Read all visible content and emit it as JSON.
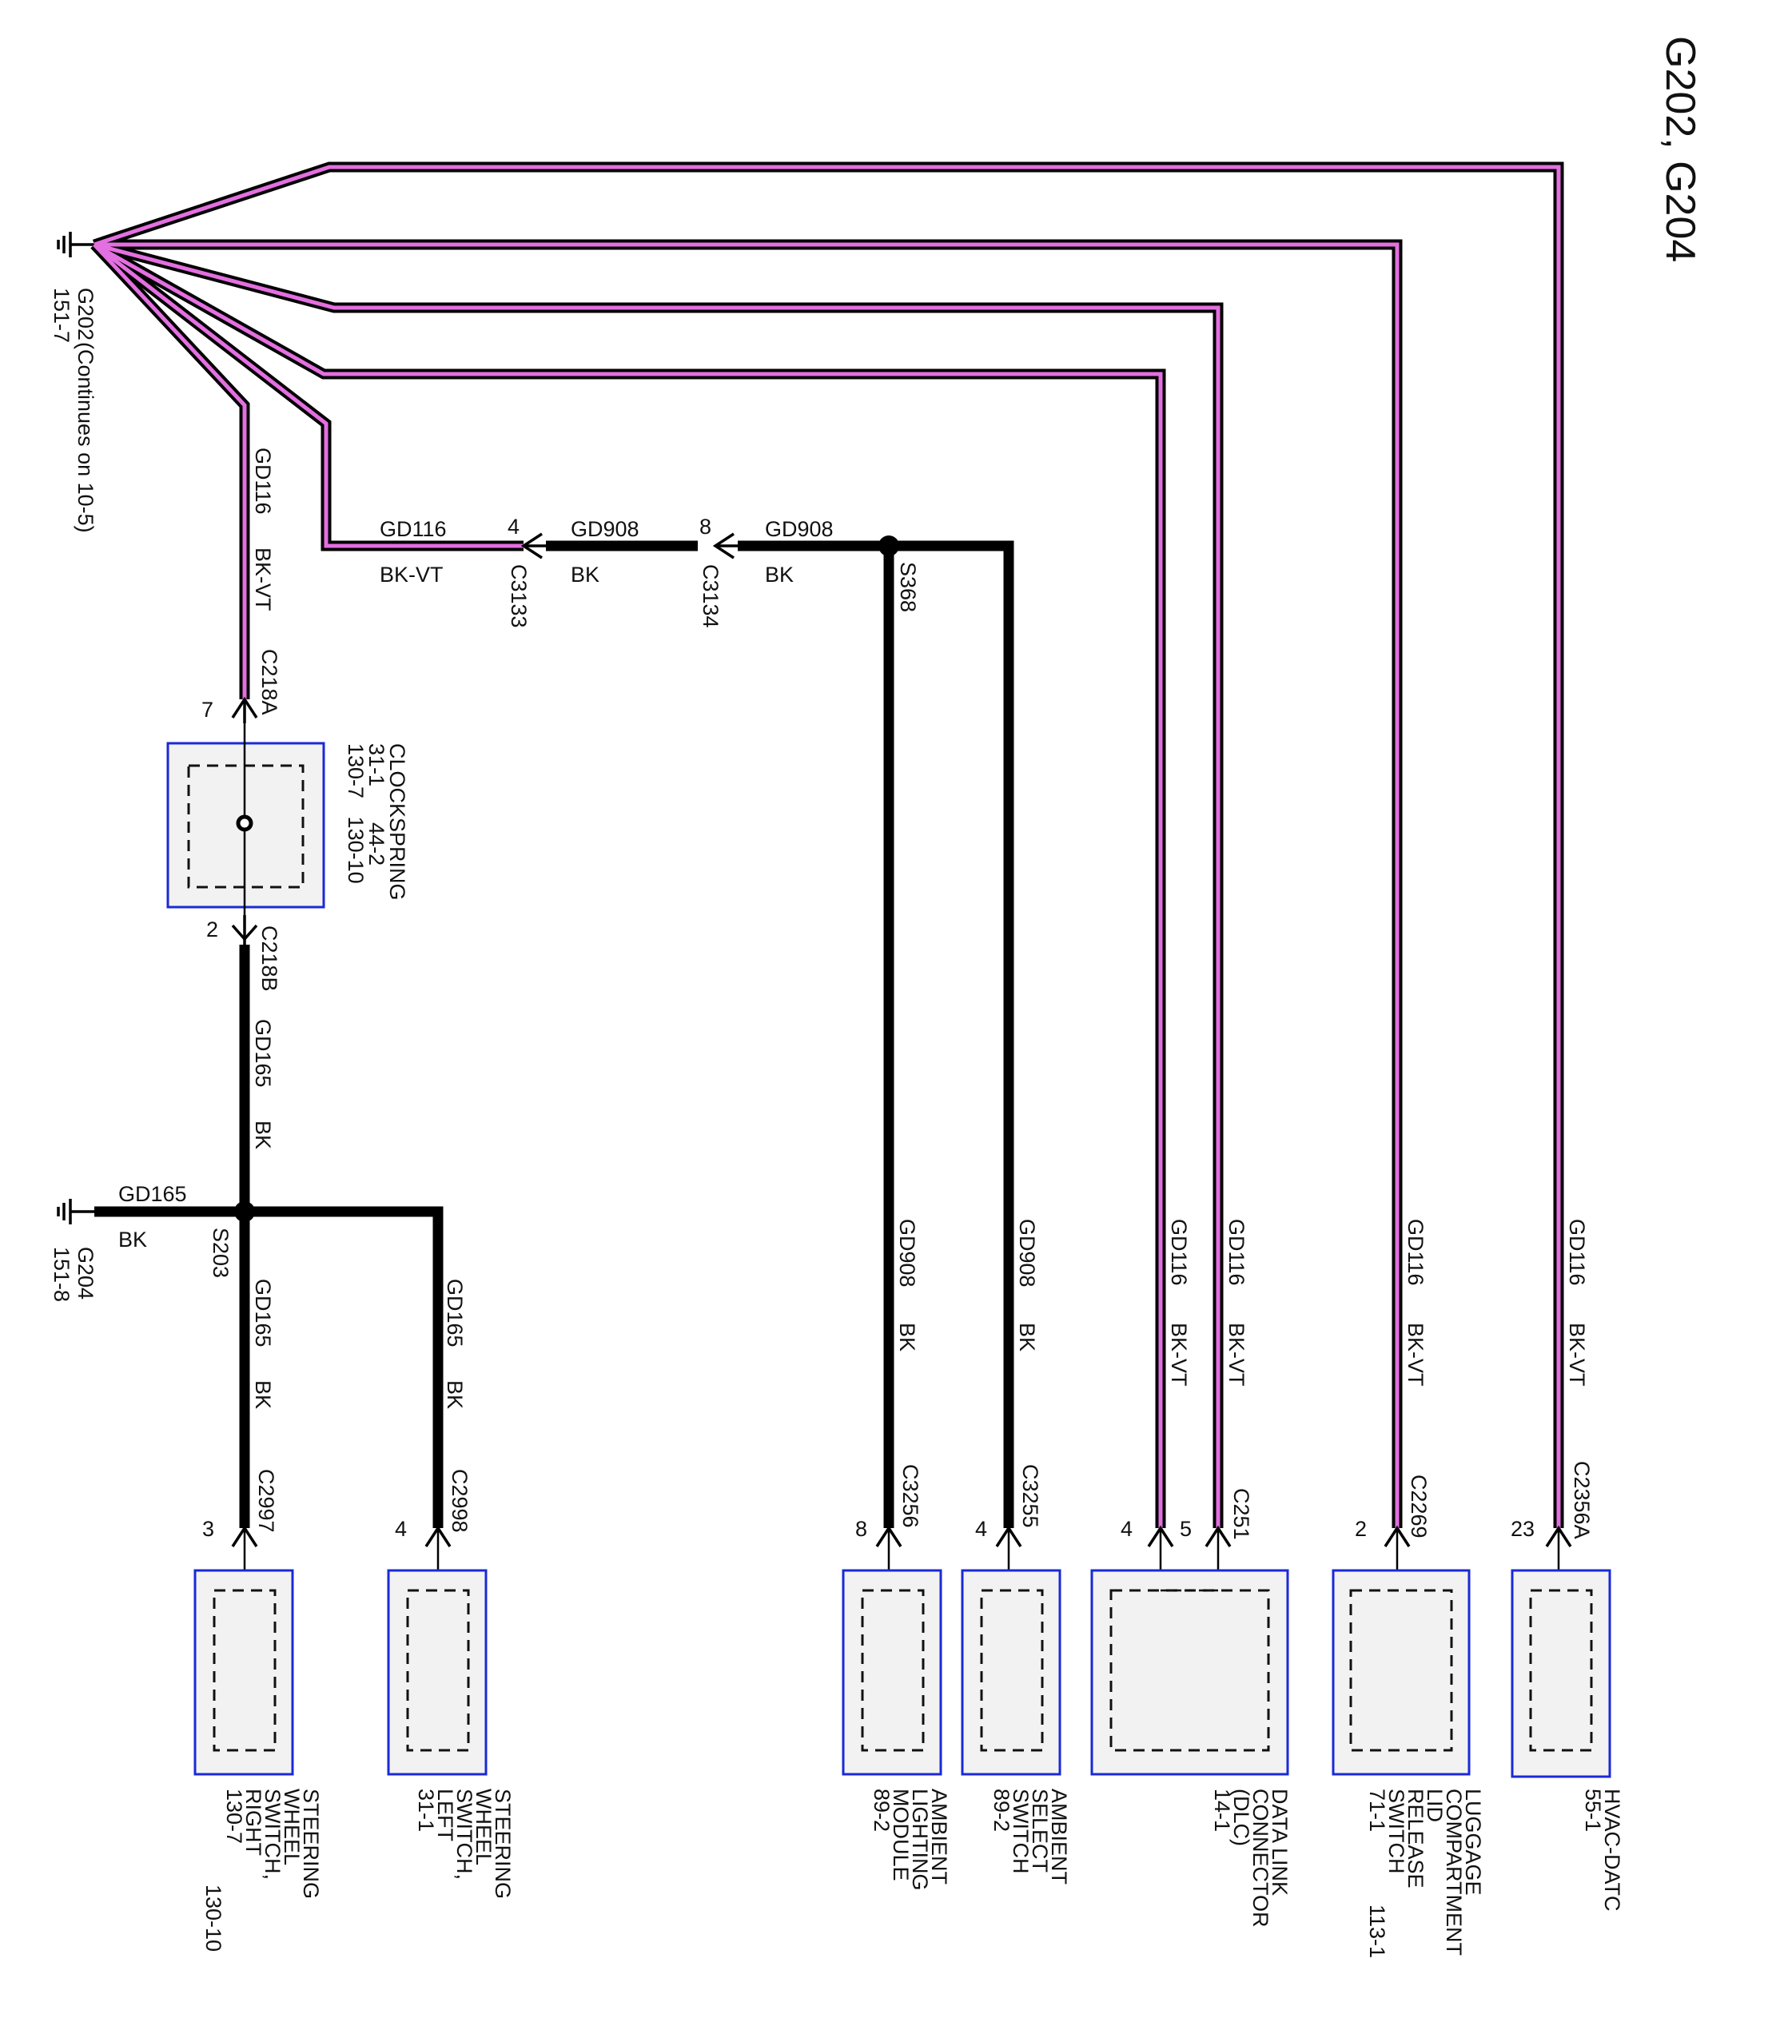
{
  "title": "G202, G204",
  "colors": {
    "bk_wire": "#000000",
    "violet_stripe": "#e36fe0",
    "component_border": "#1a2ad6",
    "component_fill": "#f2f2f2"
  },
  "grounds": {
    "g202": {
      "name": "G202",
      "ref": "151-7",
      "note": "(Continues on 10-5)"
    },
    "g204": {
      "name": "G204",
      "ref": "151-8"
    }
  },
  "wires": {
    "gd116": "GD116",
    "bk_vt": "BK-VT",
    "gd908": "GD908",
    "gd165": "GD165",
    "bk": "BK"
  },
  "connectors": {
    "c3133": "C3133",
    "c3133_pin": "4",
    "c3134": "C3134",
    "c3134_pin": "8",
    "c218a": "C218A",
    "c218a_pin": "7",
    "c218b": "C218B",
    "c218b_pin": "2",
    "c2997": "C2997",
    "c2997_pin": "3",
    "c2998": "C2998",
    "c2998_pin": "4",
    "c3256": "C3256",
    "c3256_pin": "8",
    "c3255": "C3255",
    "c3255_pin": "4",
    "c251": "C251",
    "c251_pin_a": "4",
    "c251_pin_b": "5",
    "c2269": "C2269",
    "c2269_pin": "2",
    "c2356a": "C2356A",
    "c2356a_pin": "23"
  },
  "splices": {
    "s368": "S368",
    "s203": "S203"
  },
  "components": {
    "clockspring": {
      "name": "CLOCKSPRING",
      "refs_row1": "31-1      44-2",
      "refs_row2": "130-7   130-10"
    },
    "sws_right": {
      "lines": [
        "STEERING",
        "WHEEL",
        "SWITCH,",
        "RIGHT"
      ],
      "ref": "130-7",
      "ref2": "130-10"
    },
    "sws_left": {
      "lines": [
        "STEERING",
        "WHEEL",
        "SWITCH,",
        "LEFT"
      ],
      "ref": "31-1"
    },
    "alm": {
      "lines": [
        "AMBIENT",
        "LIGHTING",
        "MODULE"
      ],
      "ref": "89-2"
    },
    "ass": {
      "lines": [
        "AMBIENT",
        "SELECT",
        "SWITCH"
      ],
      "ref": "89-2"
    },
    "dlc": {
      "lines": [
        "DATA LINK",
        "CONNECTOR",
        "(DLC)"
      ],
      "ref": "14-1"
    },
    "lcl": {
      "lines": [
        "LUGGAGE",
        "COMPARTMENT",
        "LID",
        "RELEASE",
        "SWITCH"
      ],
      "ref": "71-1",
      "ref2": "113-1"
    },
    "hvac": {
      "lines": [
        "HVAC-DATC"
      ],
      "ref": "55-1"
    }
  }
}
